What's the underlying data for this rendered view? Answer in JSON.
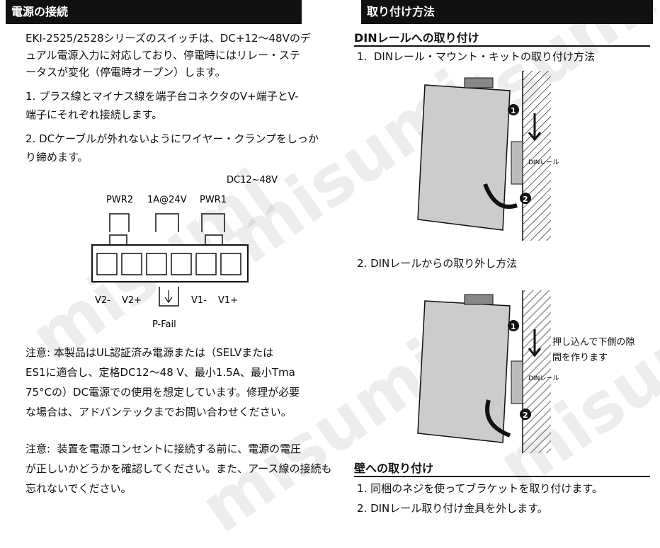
{
  "left": {
    "header": "電源の接続",
    "intro": [
      "EKI-2525/2528シリーズのスイッチは、DC+12～48Vのデ",
      "ュアル電源入力に対応しており、停電時にはリレー・ステ",
      "ータスが変化（停電時オープン）します。"
    ],
    "step1": [
      "1. プラス線とマイナス線を端子台コネクタのV+端子とV-",
      "端子にそれぞれ接続します。"
    ],
    "step2": [
      "2. DCケーブルが外れないようにワイヤー・クランプをしっか",
      "り締めます。"
    ],
    "diagram": {
      "dc_label": "DC12~48V",
      "pwr2": "PWR2",
      "current": "1A@24V",
      "pwr1": "PWR1",
      "v2m": "V2-",
      "v2p": "V2+",
      "v1m": "V1-",
      "v1p": "V1+",
      "pfail": "P-Fail"
    },
    "note1": [
      "注意: 本製品はUL認証済み電源または（SELVまたは",
      "ES1に適合し、定格DC12～48 V、最小1.5A、最小Tma",
      "75°Cの）DC電源での使用を想定しています。修理が必要",
      "な場合は、アドバンテックまでお問い合わせください。"
    ],
    "note2": [
      "注意:  装置を電源コンセントに接続する前に、電源の電圧",
      "が正しいかどうかを確認してください。また、アース線の接続も",
      "忘れないでください。"
    ]
  },
  "right": {
    "header": "取り付け方法",
    "din_title": "DINレールへの取り付け",
    "din_step1": "1.  DINレール・マウント・キットの取り付け方法",
    "din_label": "DINレール",
    "din_step2": "2. DINレールからの取り外し方法",
    "din_label2": "DINレール",
    "push_note": [
      "押し込んで下側の隙",
      "間を作ります"
    ],
    "num1": "1",
    "num2": "2",
    "wall_title": "壁への取り付け",
    "wall_step1": "1. 同梱のネジを使ってブラケットを取り付けます。",
    "wall_step2": "2. DINレール取り付け金具を外します。"
  },
  "watermark": "misumi"
}
